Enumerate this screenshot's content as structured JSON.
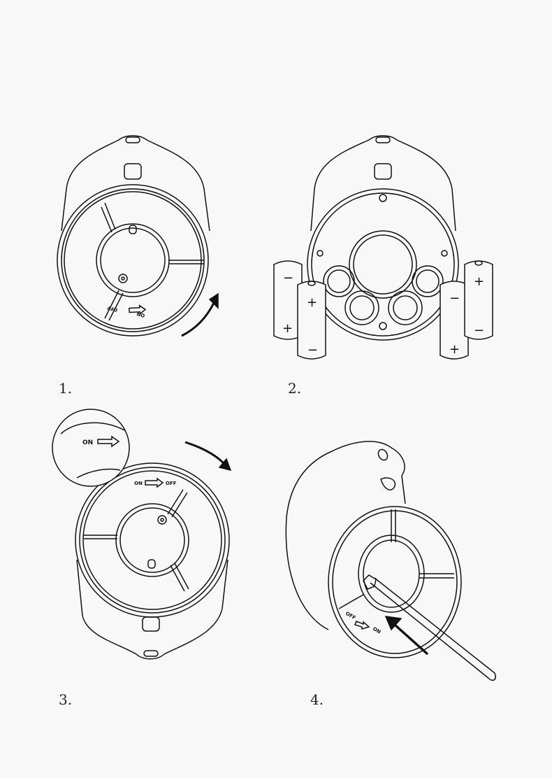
{
  "steps": [
    {
      "number": "1.",
      "switch_labels": {
        "on": "ON",
        "off": "OFF"
      }
    },
    {
      "number": "2.",
      "battery_signs": {
        "plus": "+",
        "minus": "−"
      }
    },
    {
      "number": "3.",
      "switch_labels": {
        "on": "ON",
        "off": "OFF"
      }
    },
    {
      "number": "4.",
      "switch_labels": {
        "on": "ON",
        "off": "OFF"
      }
    }
  ],
  "colors": {
    "line": "#111111",
    "background": "#f8f8f8"
  }
}
